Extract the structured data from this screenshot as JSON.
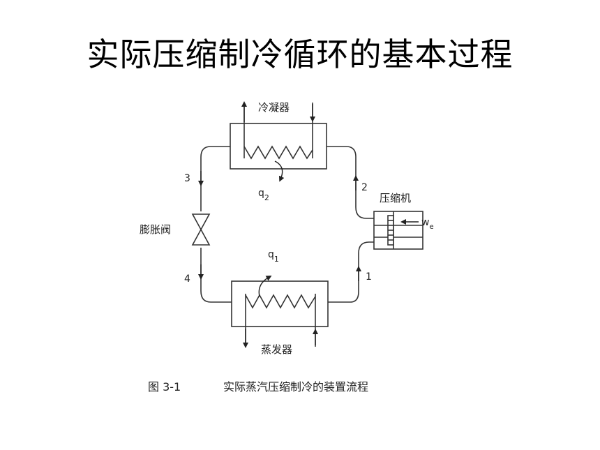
{
  "slide": {
    "title": "实际压缩制冷循环的基本过程"
  },
  "figure": {
    "labels": {
      "condenser": "冷凝器",
      "evaporator": "蒸发器",
      "compressor": "压缩机",
      "expansion_valve": "膨胀阀",
      "heat_out": "q",
      "heat_out_sub": "2",
      "heat_in": "q",
      "heat_in_sub": "1",
      "work": "w",
      "work_sub": "e"
    },
    "state_points": [
      "1",
      "2",
      "3",
      "4"
    ],
    "caption_number": "图 3-1",
    "caption_text": "实际蒸汽压缩制冷的装置流程"
  }
}
